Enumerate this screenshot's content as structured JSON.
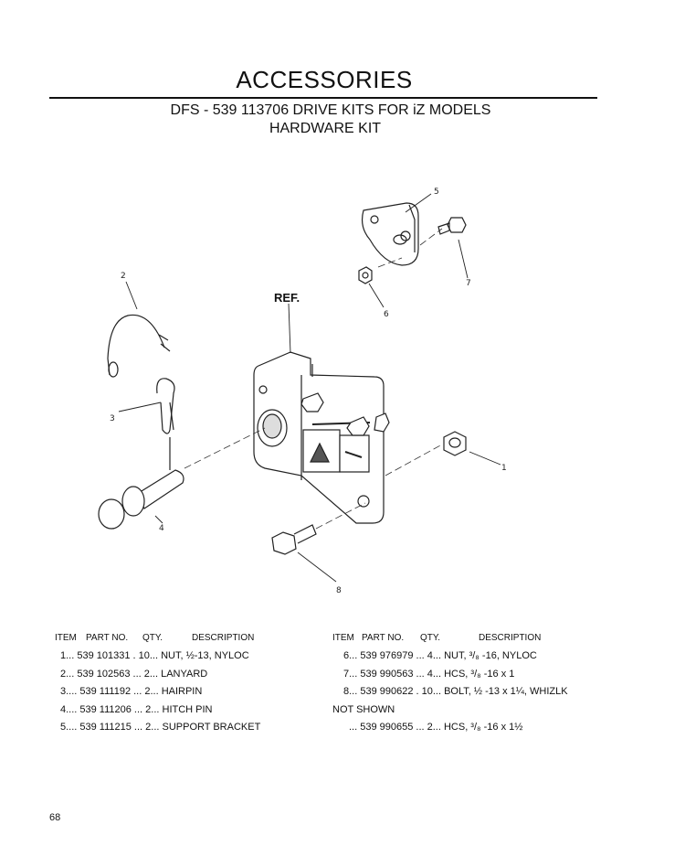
{
  "header": {
    "title": "ACCESSORIES",
    "subtitle": "DFS - 539 113706  DRIVE KITS FOR iZ MODELS",
    "subtitle2": "HARDWARE KIT"
  },
  "diagram": {
    "ref_label": "REF.",
    "callouts": [
      "1",
      "2",
      "3",
      "4",
      "5",
      "6",
      "7",
      "8"
    ]
  },
  "table": {
    "headers": {
      "item": "ITEM",
      "part_no": "PART NO.",
      "qty": "QTY.",
      "description": "DESCRIPTION"
    },
    "left_rows": [
      "1... 539 101331 . 10... NUT, ½-13, NYLOC",
      "2... 539 102563 ... 2... LANYARD",
      "3.... 539 111192 ... 2... HAIRPIN",
      "4.... 539 111206 ... 2... HITCH PIN",
      "5.... 539 111215 ... 2... SUPPORT BRACKET"
    ],
    "right_rows": [
      "6... 539 976979 ... 4... NUT, ³/₈ -16, NYLOC",
      "7... 539 990563 ... 4... HCS, ³/₈ -16 x 1",
      "8... 539 990622 . 10... BOLT, ½ -13 x 1¼, WHIZLK"
    ],
    "not_shown_label": "NOT SHOWN",
    "not_shown_rows": [
      "... 539 990655 ... 2... HCS, ³/₈ -16 x 1½"
    ]
  },
  "footer": {
    "page_number": "68"
  }
}
